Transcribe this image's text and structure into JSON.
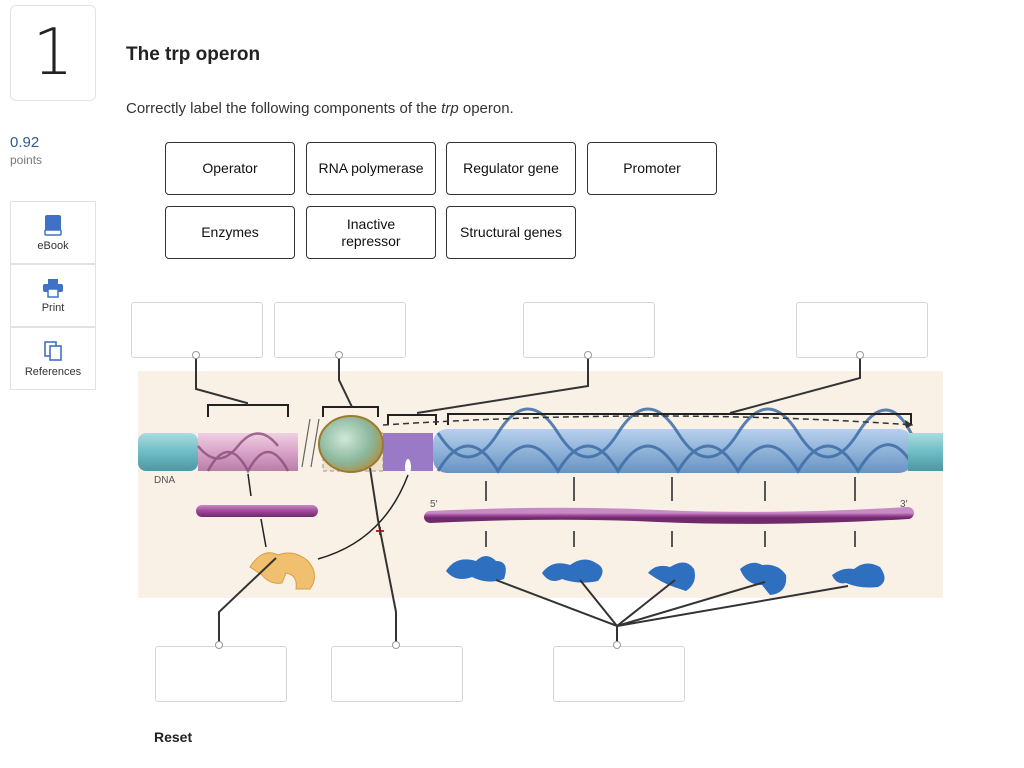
{
  "question": {
    "number": "1",
    "points_value": "0.92",
    "points_label": "points"
  },
  "sidebar": {
    "items": [
      {
        "label": "eBook"
      },
      {
        "label": "Print"
      },
      {
        "label": "References"
      }
    ]
  },
  "header": {
    "title": "The trp operon",
    "instruction_pre": "Correctly label the following components of the ",
    "instruction_em": "trp",
    "instruction_post": " operon."
  },
  "labels": [
    {
      "text": "Operator"
    },
    {
      "text": "RNA polymerase"
    },
    {
      "text": "Regulator gene"
    },
    {
      "text": "Promoter"
    },
    {
      "text": "Enzymes"
    },
    {
      "text": "Inactive repressor"
    },
    {
      "text": "Structural genes"
    }
  ],
  "figure": {
    "dna_label": "DNA",
    "five_prime": "5′",
    "three_prime": "3′"
  },
  "actions": {
    "reset_label": "Reset"
  },
  "colors": {
    "accent": "#2d5d8c",
    "dna_blue": "#8fb3d9",
    "dna_pink": "#d9a3c8",
    "mrna": "#a0469a",
    "enzyme": "#2f6fc0",
    "repressor": "#f0c070",
    "figure_bg": "#f9f0e6"
  },
  "icons": {
    "ebook": "book-icon",
    "print": "printer-icon",
    "references": "copy-icon"
  }
}
